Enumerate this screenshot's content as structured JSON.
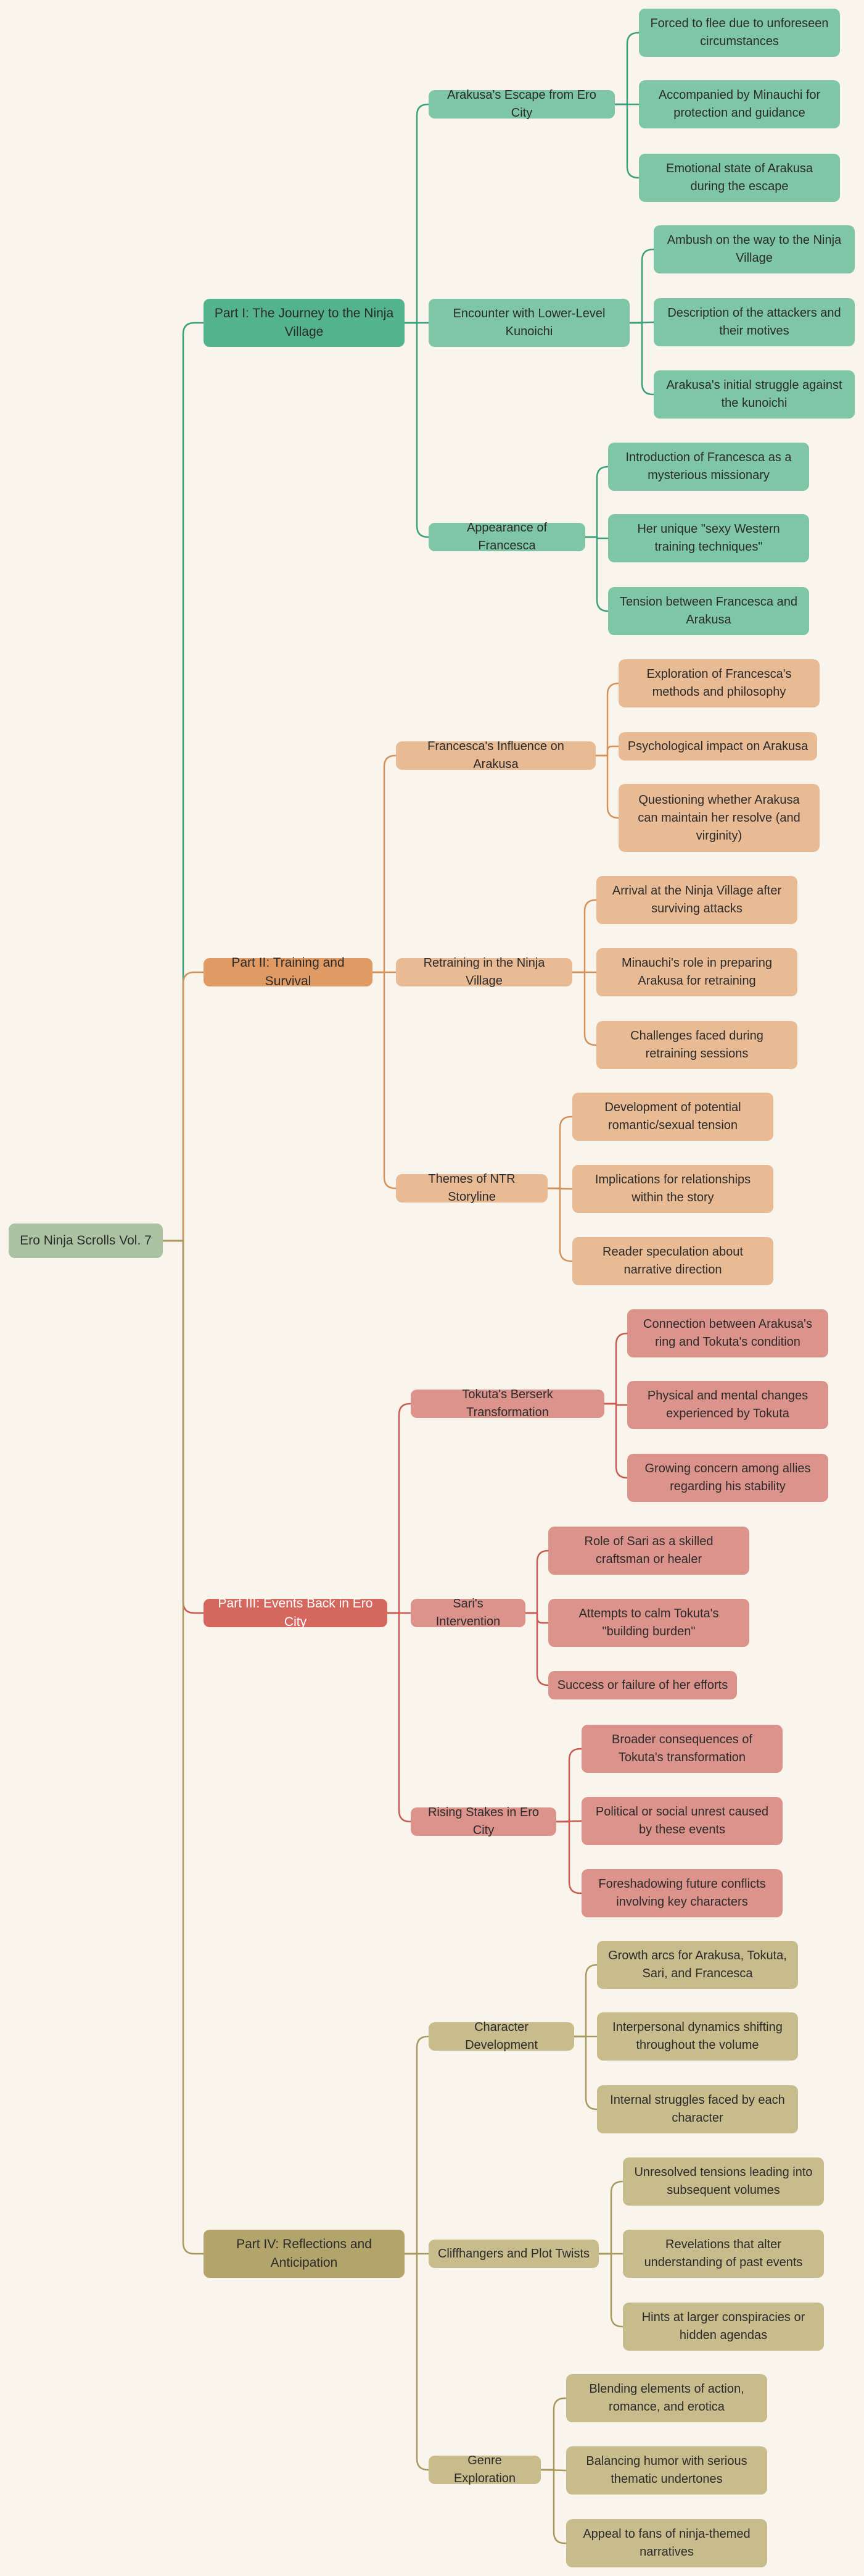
{
  "root": {
    "label": "Ero Ninja Scrolls Vol. 7",
    "color": "#abc3a2"
  },
  "parts": [
    {
      "label": "Part I: The Journey to the Ninja Village",
      "color": "#52b38d",
      "child_color": "#7ec6a6",
      "line_color": "#3aa079",
      "sections": [
        {
          "label": "Arakusa's Escape from Ero City",
          "items": [
            "Forced to flee due to unforeseen circumstances",
            "Accompanied by Minauchi for protection and guidance",
            "Emotional state of Arakusa during the escape"
          ]
        },
        {
          "label": "Encounter with Lower-Level Kunoichi",
          "items": [
            "Ambush on the way to the Ninja Village",
            "Description of the attackers and their motives",
            "Arakusa's initial struggle against the kunoichi"
          ]
        },
        {
          "label": "Appearance of Francesca",
          "items": [
            "Introduction of Francesca as a mysterious missionary",
            "Her unique \"sexy Western training techniques\"",
            "Tension between Francesca and Arakusa"
          ]
        }
      ]
    },
    {
      "label": "Part II: Training and Survival",
      "color": "#e09a63",
      "child_color": "#e9bb95",
      "line_color": "#d4915a",
      "sections": [
        {
          "label": "Francesca's Influence on Arakusa",
          "items": [
            "Exploration of Francesca's methods and philosophy",
            "Psychological impact on Arakusa",
            "Questioning whether Arakusa can maintain her resolve (and virginity)"
          ]
        },
        {
          "label": "Retraining in the Ninja Village",
          "items": [
            "Arrival at the Ninja Village after surviving attacks",
            "Minauchi's role in preparing Arakusa for retraining",
            "Challenges faced during retraining sessions"
          ]
        },
        {
          "label": "Themes of NTR Storyline",
          "items": [
            "Development of potential romantic/sexual tension",
            "Implications for relationships within the story",
            "Reader speculation about narrative direction"
          ]
        }
      ]
    },
    {
      "label": "Part III: Events Back in Ero City",
      "color": "#d4685f",
      "child_color": "#dc938c",
      "line_color": "#c95a52",
      "sections": [
        {
          "label": "Tokuta's Berserk Transformation",
          "items": [
            "Connection between Arakusa's ring and Tokuta's condition",
            "Physical and mental changes experienced by Tokuta",
            "Growing concern among allies regarding his stability"
          ]
        },
        {
          "label": "Sari's Intervention",
          "items": [
            "Role of Sari as a skilled craftsman or healer",
            "Attempts to calm Tokuta's \"building burden\"",
            "Success or failure of her efforts"
          ]
        },
        {
          "label": "Rising Stakes in Ero City",
          "items": [
            "Broader consequences of Tokuta's transformation",
            "Political or social unrest caused by these events",
            "Foreshadowing future conflicts involving key characters"
          ]
        }
      ]
    },
    {
      "label": "Part IV: Reflections and Anticipation",
      "color": "#b3a46b",
      "child_color": "#c8bb8c",
      "line_color": "#a8995c",
      "sections": [
        {
          "label": "Character Development",
          "items": [
            "Growth arcs for Arakusa, Tokuta, Sari, and Francesca",
            "Interpersonal dynamics shifting throughout the volume",
            "Internal struggles faced by each character"
          ]
        },
        {
          "label": "Cliffhangers and Plot Twists",
          "items": [
            "Unresolved tensions leading into subsequent volumes",
            "Revelations that alter understanding of past events",
            "Hints at larger conspiracies or hidden agendas"
          ]
        },
        {
          "label": "Genre Exploration",
          "items": [
            "Blending elements of action, romance, and erotica",
            "Balancing humor with serious thematic undertones",
            "Appeal to fans of ninja-themed narratives"
          ]
        }
      ]
    }
  ]
}
